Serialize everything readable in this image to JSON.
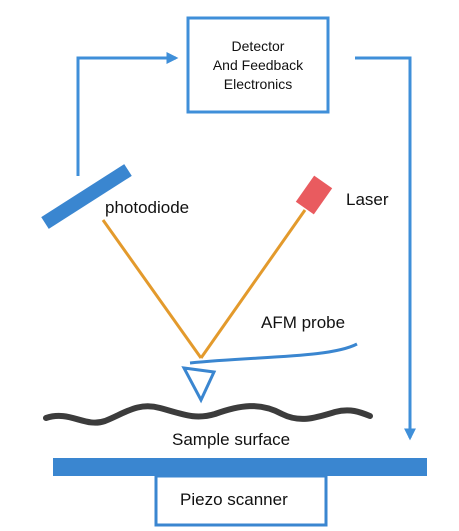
{
  "detector_box": {
    "lines": [
      "Detector",
      "And Feedback",
      "Electronics"
    ]
  },
  "labels": {
    "photodiode": "photodiode",
    "laser": "Laser",
    "afm_probe": "AFM probe",
    "sample_surface": "Sample surface",
    "piezo_scanner": "Piezo scanner"
  },
  "colors": {
    "arrow_blue": "#3f8fd9",
    "component_blue": "#3a86d0",
    "laser_red": "#e95b5f",
    "beam_orange": "#e39a2c",
    "surface_gray": "#3c3c3c"
  }
}
